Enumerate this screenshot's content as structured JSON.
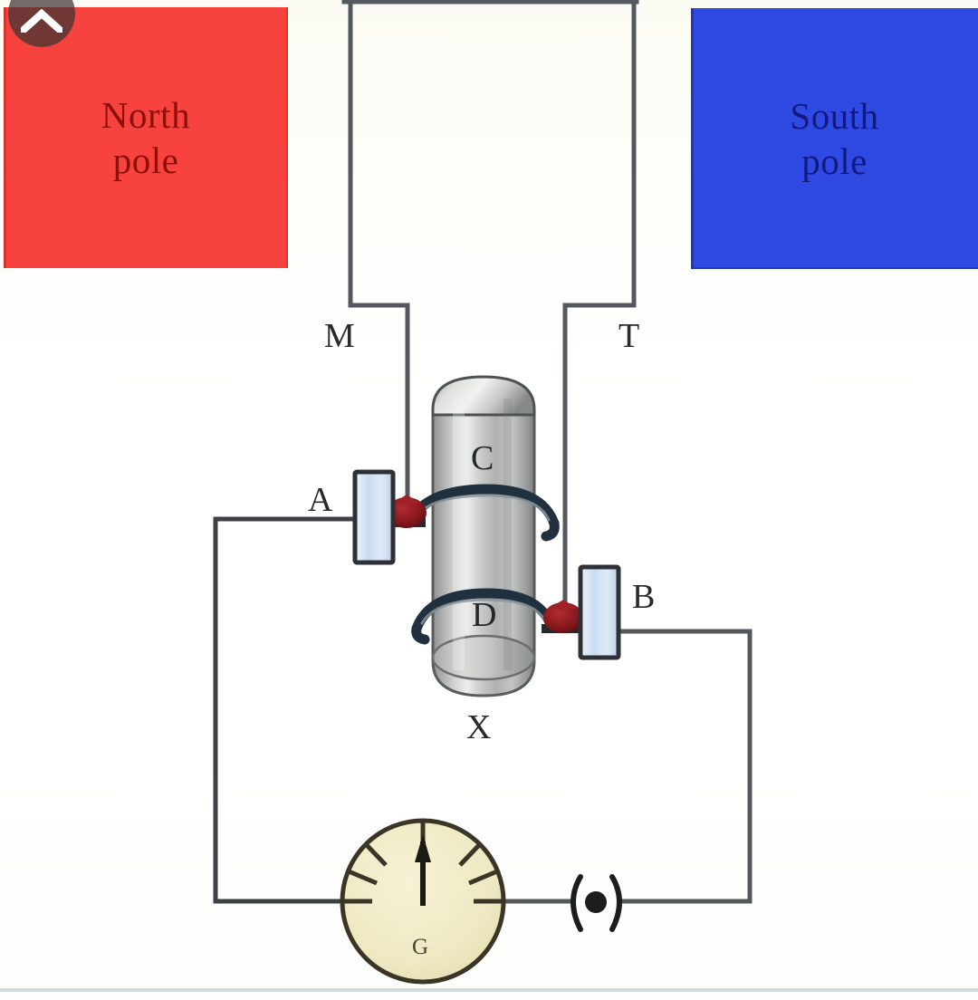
{
  "figure": {
    "type": "physics-diagram",
    "subject": "ac-generator-dynamo",
    "title": "",
    "background_color": "#ffffff"
  },
  "overlay": {
    "scroll_up_button": {
      "icon": "chevron-up-icon",
      "glyph": "⌃",
      "color": "#ffffff",
      "background": "rgba(60,52,50,0.72)"
    }
  },
  "poles": {
    "north": {
      "line1": "North",
      "line2": "pole",
      "fill": "#f8423d",
      "text_color": "#8e1008"
    },
    "south": {
      "line1": "South",
      "line2": "pole",
      "fill": "#2f49e3",
      "text_color": "#101a82"
    }
  },
  "labels": {
    "m": "M",
    "t": "T",
    "a": "A",
    "b": "B",
    "c": "C",
    "d": "D",
    "x": "X",
    "g": "G"
  },
  "components": {
    "armature": {
      "name": "rotating cylinder / armature core",
      "coil_top_label": "C",
      "coil_bottom_label": "D",
      "axis_label": "X",
      "body_color": "#b4b7b4",
      "highlight_color": "#e8eae8",
      "shadow_color": "#76797a"
    },
    "slip_rings": {
      "contact_color": "#8f1b22",
      "count": 2
    },
    "brushes": {
      "labels": [
        "A",
        "B"
      ],
      "fill": "#cfe0f2",
      "stroke": "#2d3136"
    },
    "galvanometer": {
      "label": "G",
      "dial_fill": "#efeac4",
      "stroke": "#3a3526",
      "needle_color": "#1b1b12",
      "tick_count": 7
    },
    "terminal_symbol": {
      "name": "key-contact-symbol",
      "glyph": "(•)"
    },
    "wires": {
      "color": "#4f5458",
      "width": 4
    }
  }
}
